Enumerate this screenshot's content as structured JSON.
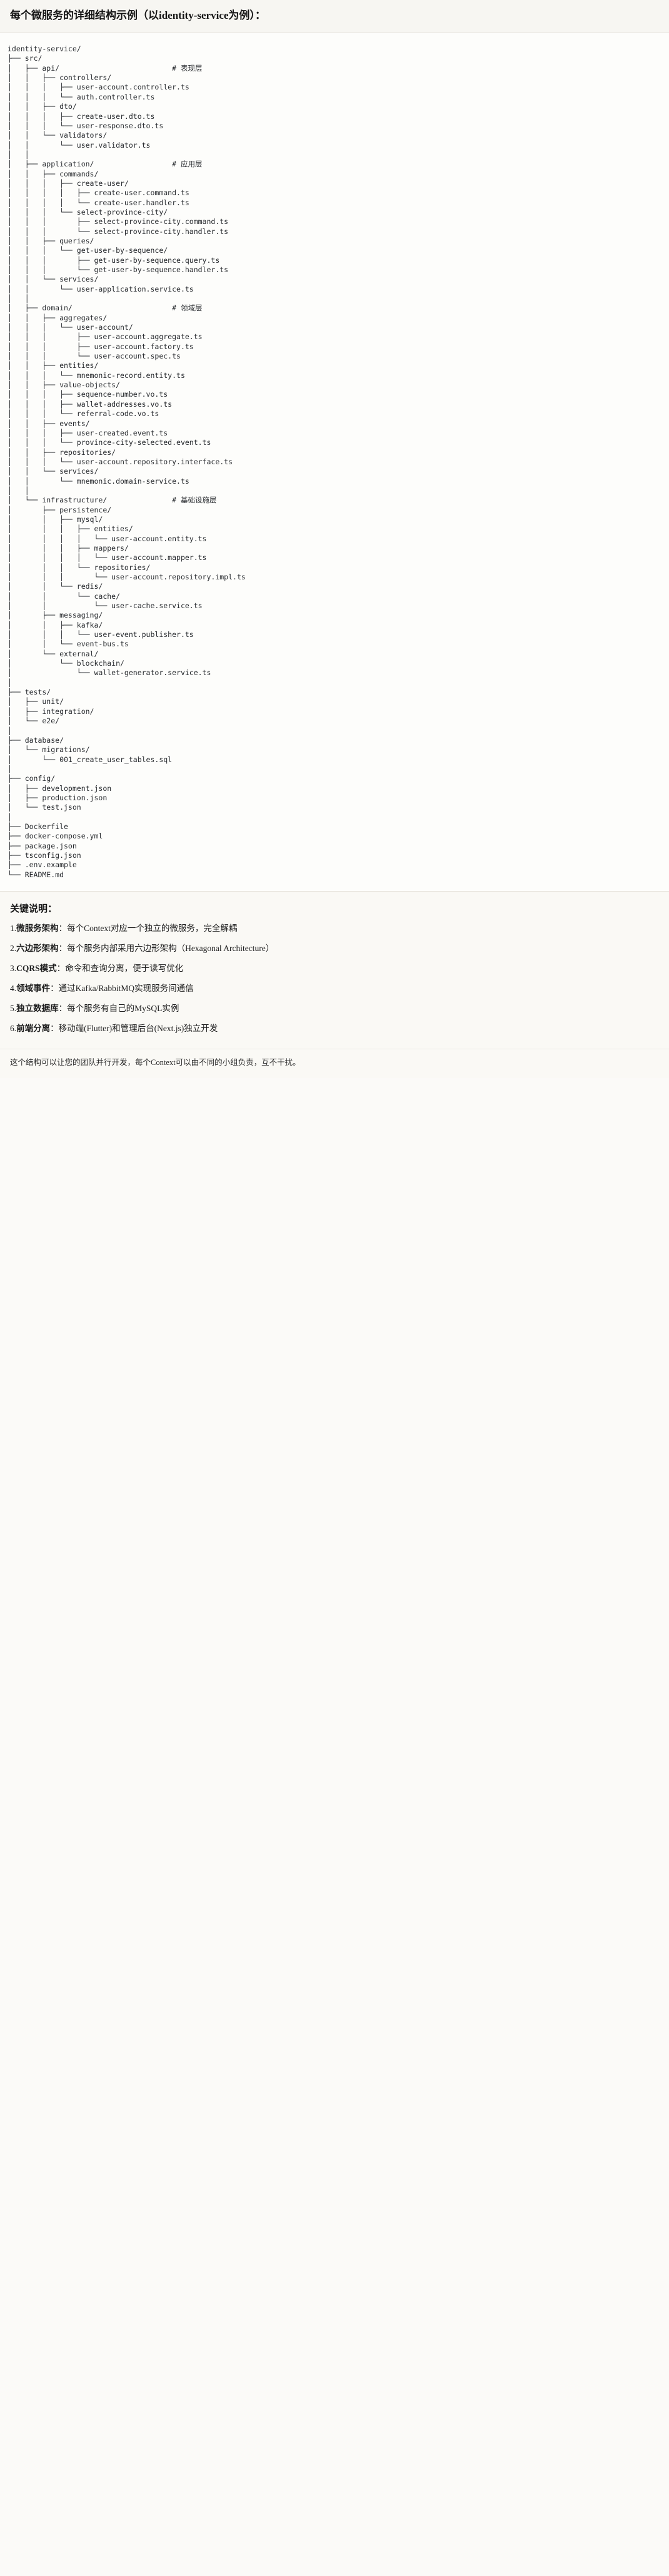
{
  "header": {
    "title": "每个微服务的详细结构示例（以identity-service为例）："
  },
  "tree": {
    "lines": [
      "identity-service/",
      "├── src/",
      "│   ├── api/                          # 表现层",
      "│   │   ├── controllers/",
      "│   │   │   ├── user-account.controller.ts",
      "│   │   │   └── auth.controller.ts",
      "│   │   ├── dto/",
      "│   │   │   ├── create-user.dto.ts",
      "│   │   │   └── user-response.dto.ts",
      "│   │   └── validators/",
      "│   │       └── user.validator.ts",
      "│   │",
      "│   ├── application/                  # 应用层",
      "│   │   ├── commands/",
      "│   │   │   ├── create-user/",
      "│   │   │   │   ├── create-user.command.ts",
      "│   │   │   │   └── create-user.handler.ts",
      "│   │   │   └── select-province-city/",
      "│   │   │       ├── select-province-city.command.ts",
      "│   │   │       └── select-province-city.handler.ts",
      "│   │   ├── queries/",
      "│   │   │   └── get-user-by-sequence/",
      "│   │   │       ├── get-user-by-sequence.query.ts",
      "│   │   │       └── get-user-by-sequence.handler.ts",
      "│   │   └── services/",
      "│   │       └── user-application.service.ts",
      "│   │",
      "│   ├── domain/                       # 领域层",
      "│   │   ├── aggregates/",
      "│   │   │   └── user-account/",
      "│   │   │       ├── user-account.aggregate.ts",
      "│   │   │       ├── user-account.factory.ts",
      "│   │   │       └── user-account.spec.ts",
      "│   │   ├── entities/",
      "│   │   │   └── mnemonic-record.entity.ts",
      "│   │   ├── value-objects/",
      "│   │   │   ├── sequence-number.vo.ts",
      "│   │   │   ├── wallet-addresses.vo.ts",
      "│   │   │   └── referral-code.vo.ts",
      "│   │   ├── events/",
      "│   │   │   ├── user-created.event.ts",
      "│   │   │   └── province-city-selected.event.ts",
      "│   │   ├── repositories/",
      "│   │   │   └── user-account.repository.interface.ts",
      "│   │   └── services/",
      "│   │       └── mnemonic.domain-service.ts",
      "│   │",
      "│   └── infrastructure/               # 基础设施层",
      "│       ├── persistence/",
      "│       │   ├── mysql/",
      "│       │   │   ├── entities/",
      "│       │   │   │   └── user-account.entity.ts",
      "│       │   │   ├── mappers/",
      "│       │   │   │   └── user-account.mapper.ts",
      "│       │   │   └── repositories/",
      "│       │   │       └── user-account.repository.impl.ts",
      "│       │   └── redis/",
      "│       │       └── cache/",
      "│       │           └── user-cache.service.ts",
      "│       ├── messaging/",
      "│       │   ├── kafka/",
      "│       │   │   └── user-event.publisher.ts",
      "│       │   └── event-bus.ts",
      "│       └── external/",
      "│           └── blockchain/",
      "│               └── wallet-generator.service.ts",
      "│",
      "├── tests/",
      "│   ├── unit/",
      "│   ├── integration/",
      "│   └── e2e/",
      "│",
      "├── database/",
      "│   └── migrations/",
      "│       └── 001_create_user_tables.sql",
      "│",
      "├── config/",
      "│   ├── development.json",
      "│   ├── production.json",
      "│   └── test.json",
      "│",
      "├── Dockerfile",
      "├── docker-compose.yml",
      "├── package.json",
      "├── tsconfig.json",
      "├── .env.example",
      "└── README.md"
    ]
  },
  "notes": {
    "title": "关键说明：",
    "items": [
      {
        "num": "1.",
        "label": "微服务架构",
        "text": "：每个Context对应一个独立的微服务，完全解耦"
      },
      {
        "num": "2.",
        "label": "六边形架构",
        "text": "：每个服务内部采用六边形架构（Hexagonal Architecture）"
      },
      {
        "num": "3.",
        "label": "CQRS模式",
        "text": "：命令和查询分离，便于读写优化"
      },
      {
        "num": "4.",
        "label": "领域事件",
        "text": "：通过Kafka/RabbitMQ实现服务间通信"
      },
      {
        "num": "5.",
        "label": "独立数据库",
        "text": "：每个服务有自己的MySQL实例"
      },
      {
        "num": "6.",
        "label": "前端分离",
        "text": "：移动端(Flutter)和管理后台(Next.js)独立开发"
      }
    ]
  },
  "footer": {
    "text": "这个结构可以让您的团队并行开发，每个Context可以由不同的小组负责，互不干扰。"
  }
}
